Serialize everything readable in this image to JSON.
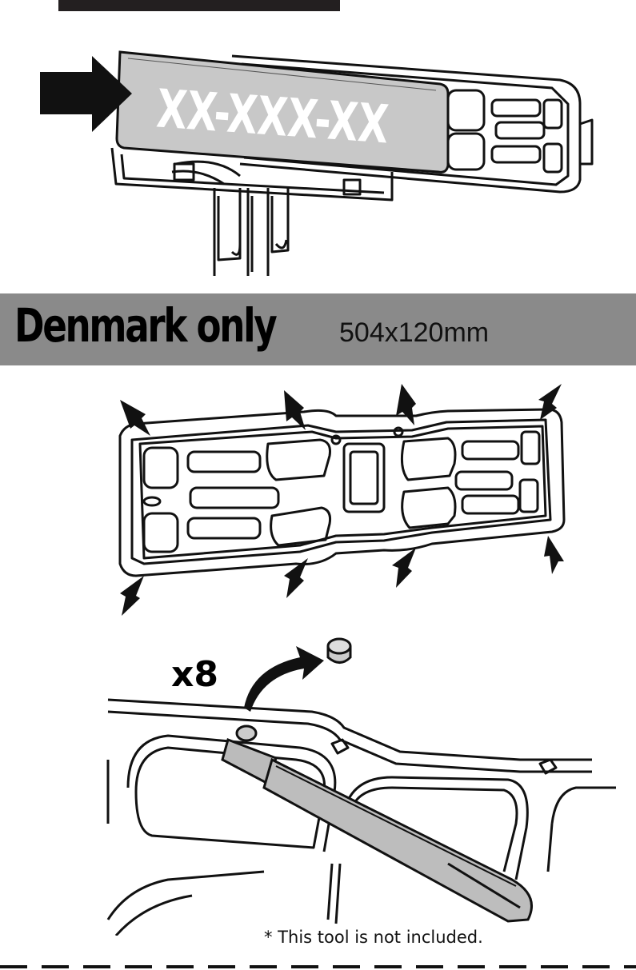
{
  "plate": {
    "text": "XX-XXX-XX"
  },
  "banner": {
    "title": "Denmark only",
    "size": "504x120mm"
  },
  "removal": {
    "count": "x8",
    "note": "* This tool is not included."
  },
  "colors": {
    "banner_bg": "#8a8a8a",
    "plate_fill": "#c8c8c8",
    "ink": "#231f20"
  },
  "icons": [
    "insert-arrow-icon",
    "pointer-arrow-icon",
    "curved-arrow-icon",
    "knife-tool-icon"
  ]
}
